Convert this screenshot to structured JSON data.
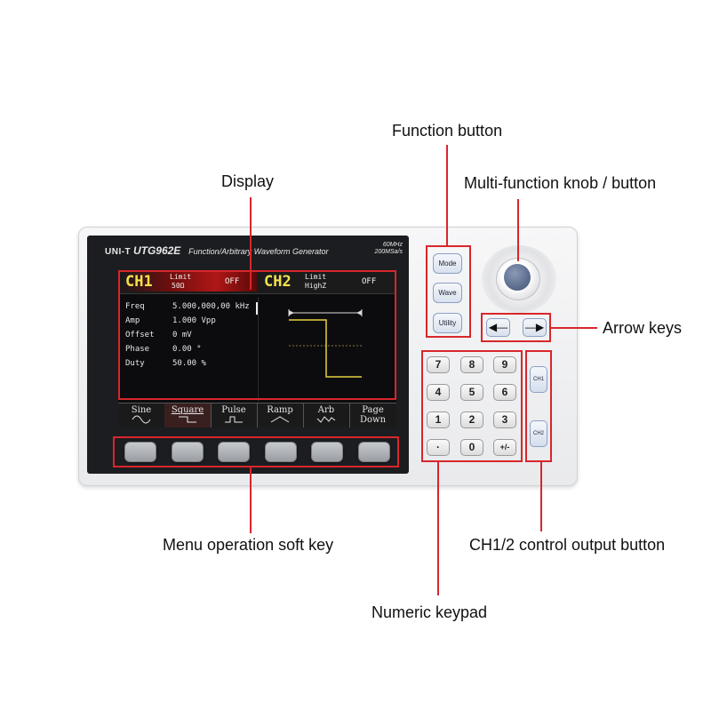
{
  "labels": {
    "function_button": "Function button",
    "display": "Display",
    "knob": "Multi-function knob / button",
    "arrow_keys": "Arrow keys",
    "menu_softkey": "Menu operation soft key",
    "ch_output": "CH1/2 control output button",
    "numeric_keypad": "Numeric keypad"
  },
  "device": {
    "brand": "UNI-T",
    "model": "UTG962E",
    "subtitle": "Function/Arbitrary Waveform Generator",
    "spec_line1": "60MHz",
    "spec_line2": "200MSa/s"
  },
  "screen": {
    "ch1": {
      "name": "CH1",
      "limit": "Limit",
      "load": "50Ω",
      "state": "OFF"
    },
    "ch2": {
      "name": "CH2",
      "limit": "Limit",
      "load": "HighZ",
      "state": "OFF"
    },
    "params": [
      {
        "label": "Freq",
        "value": "5.000,000,00 kHz"
      },
      {
        "label": "Amp",
        "value": "1.000 Vpp"
      },
      {
        "label": "Offset",
        "value": "0 mV"
      },
      {
        "label": "Phase",
        "value": "0.00 °"
      },
      {
        "label": "Duty",
        "value": "50.00 %"
      }
    ],
    "menu": [
      "Sine",
      "Square",
      "Pulse",
      "Ramp",
      "Arb",
      "Page\nDown"
    ],
    "menu_page_line1": "Page",
    "menu_page_line2": "Down"
  },
  "function_buttons": [
    "Mode",
    "Wave",
    "Utility"
  ],
  "arrow_keys": [
    "left-arrow-icon",
    "right-arrow-icon"
  ],
  "keypad": [
    "7",
    "8",
    "9",
    "4",
    "5",
    "6",
    "1",
    "2",
    "3",
    "·",
    "0",
    "+/-"
  ],
  "channel_buttons": [
    "CH1",
    "CH2"
  ],
  "colors": {
    "callout_red": "#d8262b",
    "ch_yellow": "#f4e14b",
    "ch1_bar_red": "#b01616"
  }
}
